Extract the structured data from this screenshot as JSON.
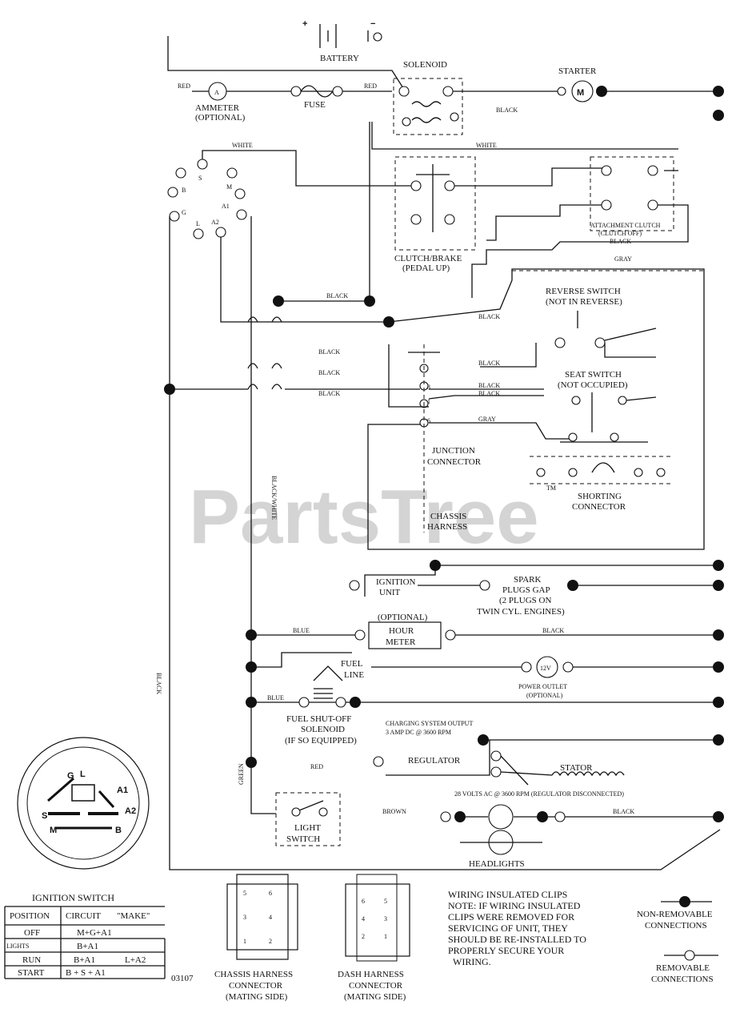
{
  "watermark": "PartsTree",
  "watermark_tm": "TM",
  "battery": {
    "label": "BATTERY",
    "plus": "+",
    "minus": "−"
  },
  "solenoid": {
    "label": "SOLENOID"
  },
  "starter": {
    "label": "STARTER",
    "symbol": "M"
  },
  "ammeter": {
    "label": "AMMETER",
    "sub": "(OPTIONAL)",
    "symbol": "A"
  },
  "fuse": {
    "label": "FUSE"
  },
  "clutch_brake": {
    "label": "CLUTCH/BRAKE",
    "sub": "(PEDAL UP)"
  },
  "attachment_clutch": {
    "label": "ATTACHMENT CLUTCH",
    "sub": "(CLUTCH OFF)"
  },
  "reverse_switch": {
    "label": "REVERSE SWITCH",
    "sub": "(NOT IN REVERSE)"
  },
  "seat_switch": {
    "label": "SEAT SWITCH",
    "sub": "(NOT OCCUPIED)"
  },
  "junction": {
    "label1": "JUNCTION",
    "label2": "CONNECTOR"
  },
  "shorting": {
    "label1": "SHORTING",
    "label2": "CONNECTOR"
  },
  "chassis": {
    "label1": "CHASSIS",
    "label2": "HARNESS"
  },
  "junction_pins": {
    "p3": "3",
    "p1": "1",
    "p6": "6"
  },
  "ignition_key": {
    "pins": [
      "S",
      "M",
      "A1",
      "A2",
      "L",
      "G",
      "B"
    ]
  },
  "wires": {
    "red1": "RED",
    "red2": "RED",
    "black1": "BLACK",
    "white1": "WHITE",
    "white2": "WHITE",
    "black2": "BLACK",
    "gray1": "GRAY",
    "black3": "BLACK",
    "black4": "BLACK",
    "black5": "BLACK",
    "black6": "BLACK",
    "black7": "BLACK",
    "black8": "BLACK",
    "black9": "BLACK",
    "black10": "BLACK",
    "gray2": "GRAY",
    "black_white": "BLACK/WHITE",
    "black_v": "BLACK",
    "blue": "BLUE",
    "black11": "BLACK",
    "blue2": "BLUE",
    "green": "GREEN",
    "red3": "RED",
    "brown": "BROWN",
    "black12": "BLACK"
  },
  "ignition_unit": {
    "line1": "IGNITION",
    "line2": "UNIT"
  },
  "spark": {
    "line1": "SPARK",
    "line2": "PLUGS GAP",
    "line3": "(2 PLUGS ON",
    "line4": "TWIN CYL. ENGINES)"
  },
  "hour_meter": {
    "opt": "(OPTIONAL)",
    "line1": "HOUR",
    "line2": "METER"
  },
  "fuel_line": {
    "line1": "FUEL",
    "line2": "LINE"
  },
  "power_outlet": {
    "symbol": "12V",
    "line1": "POWER OUTLET",
    "line2": "(OPTIONAL)"
  },
  "fuel_solenoid": {
    "line1": "FUEL SHUT-OFF",
    "line2": "SOLENOID",
    "line3": "(IF SO EQUIPPED)"
  },
  "charging": {
    "line1": "CHARGING SYSTEM OUTPUT",
    "line2": "3 AMP DC @ 3600 RPM"
  },
  "regulator": {
    "label": "REGULATOR"
  },
  "stator": {
    "label": "STATOR",
    "note": "28 VOLTS AC @ 3600 RPM (REGULATOR DISCONNECTED)"
  },
  "headlights": {
    "label": "HEADLIGHTS"
  },
  "light_switch": {
    "line1": "LIGHT",
    "line2": "SWITCH"
  },
  "ignition_switch": {
    "title": "IGNITION SWITCH",
    "face_labels": {
      "g": "G",
      "l": "L",
      "a1": "A1",
      "a2": "A2",
      "s": "S",
      "m": "M",
      "b": "B"
    },
    "headers": {
      "position": "POSITION",
      "circuit": "CIRCUIT",
      "make": "\"MAKE\""
    },
    "rows": [
      {
        "position": "OFF",
        "circuit": "M+G+A1",
        "extra": ""
      },
      {
        "position": "LIGHTS",
        "circuit": "B+A1",
        "extra": ""
      },
      {
        "position": "RUN",
        "circuit": "B+A1",
        "extra": "L+A2"
      },
      {
        "position": "START",
        "circuit": "B + S + A1",
        "extra": ""
      }
    ],
    "code": "03107"
  },
  "chassis_connector": {
    "line1": "CHASSIS HARNESS",
    "line2": "CONNECTOR",
    "line3": "(MATING SIDE)",
    "pins": [
      "5",
      "6",
      "3",
      "4",
      "1",
      "2"
    ]
  },
  "dash_connector": {
    "line1": "DASH HARNESS",
    "line2": "CONNECTOR",
    "line3": "(MATING SIDE)",
    "pins": [
      "6",
      "5",
      "4",
      "3",
      "2",
      "1"
    ]
  },
  "clips_note": {
    "line1": "WIRING INSULATED CLIPS",
    "line2": "NOTE: IF WIRING INSULATED",
    "line3": "CLIPS WERE REMOVED FOR",
    "line4": "SERVICING OF UNIT, THEY",
    "line5": "SHOULD BE RE-INSTALLED TO",
    "line6": "PROPERLY SECURE YOUR",
    "line7": "WIRING."
  },
  "legend": {
    "nonremovable1": "NON-REMOVABLE",
    "nonremovable2": "CONNECTIONS",
    "removable1": "REMOVABLE",
    "removable2": "CONNECTIONS"
  }
}
